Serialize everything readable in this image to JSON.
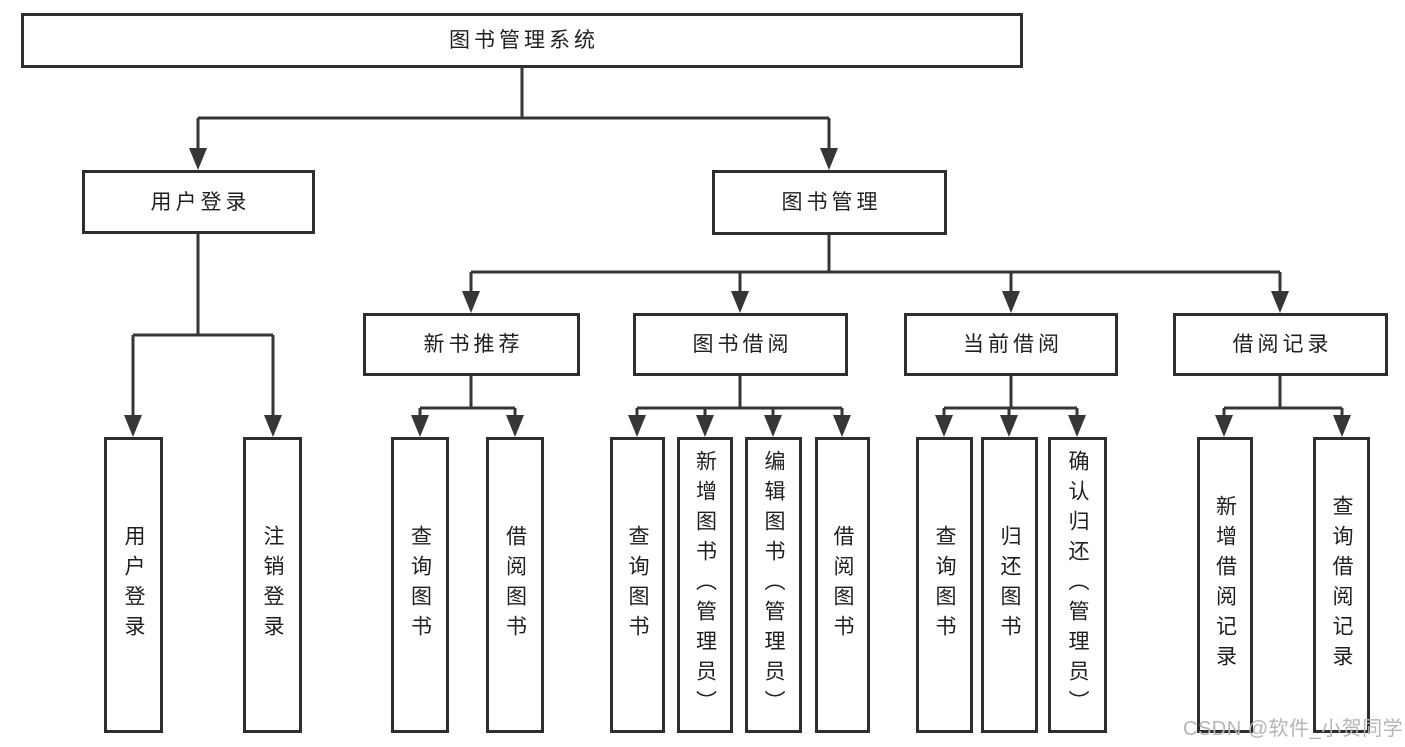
{
  "colors": {
    "line": "#363636",
    "box_border": "#2e2e2e",
    "text": "#1f1f1f",
    "watermark": "#b5b5b5",
    "background": "#ffffff"
  },
  "watermark": {
    "text": "CSDN @软件_小贺同学"
  },
  "tree": {
    "root": {
      "label": "图书管理系统",
      "children": [
        {
          "label": "用户登录",
          "children": [
            {
              "label": "用户登录"
            },
            {
              "label": "注销登录"
            }
          ]
        },
        {
          "label": "图书管理",
          "children": [
            {
              "label": "新书推荐",
              "children": [
                {
                  "label": "查询图书"
                },
                {
                  "label": "借阅图书"
                }
              ]
            },
            {
              "label": "图书借阅",
              "children": [
                {
                  "label": "查询图书"
                },
                {
                  "label": "新增图书（管理员）"
                },
                {
                  "label": "编辑图书（管理员）"
                },
                {
                  "label": "借阅图书"
                }
              ]
            },
            {
              "label": "当前借阅",
              "children": [
                {
                  "label": "查询图书"
                },
                {
                  "label": "归还图书"
                },
                {
                  "label": "确认归还（管理员）"
                }
              ]
            },
            {
              "label": "借阅记录",
              "children": [
                {
                  "label": "新增借阅记录"
                },
                {
                  "label": "查询借阅记录"
                }
              ]
            }
          ]
        }
      ]
    }
  }
}
